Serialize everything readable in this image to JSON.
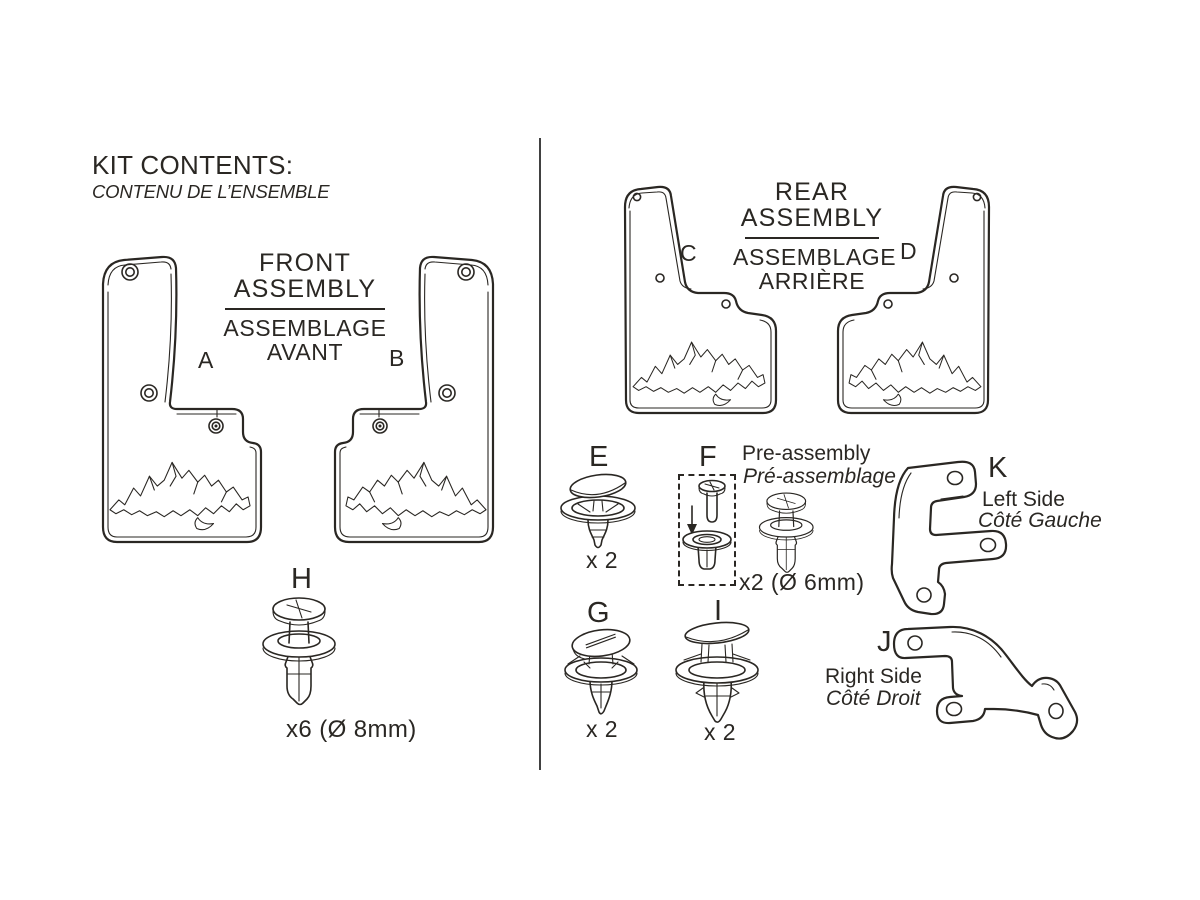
{
  "colors": {
    "ink": "#2a2723",
    "divider": "#414141"
  },
  "header": {
    "title": "KIT CONTENTS:",
    "subtitle": "CONTENU DE L’ENSEMBLE"
  },
  "front_assembly": {
    "title_lines": [
      "FRONT",
      "ASSEMBLY"
    ],
    "subtitle_lines": [
      "ASSEMBLAGE",
      "AVANT"
    ],
    "left_label": "A",
    "right_label": "B"
  },
  "rear_assembly": {
    "title_lines": [
      "REAR",
      "ASSEMBLY"
    ],
    "subtitle_lines": [
      "ASSEMBLAGE",
      "ARRIÈRE"
    ],
    "left_label": "C",
    "right_label": "D"
  },
  "parts": {
    "e": {
      "label": "E",
      "qty": "x 2"
    },
    "f": {
      "label": "F",
      "note_en": "Pre-assembly",
      "note_fr": "Pré-assemblage",
      "qty": "x2 (Ø 6mm)"
    },
    "g": {
      "label": "G",
      "qty": "x 2"
    },
    "h": {
      "label": "H",
      "qty": "x6 (Ø 8mm)"
    },
    "i": {
      "label": "I",
      "qty": "x 2"
    },
    "j": {
      "label": "J",
      "side_en": "Right Side",
      "side_fr": "Côté Droit"
    },
    "k": {
      "label": "K",
      "side_en": "Left Side",
      "side_fr": "Côté Gauche"
    }
  }
}
